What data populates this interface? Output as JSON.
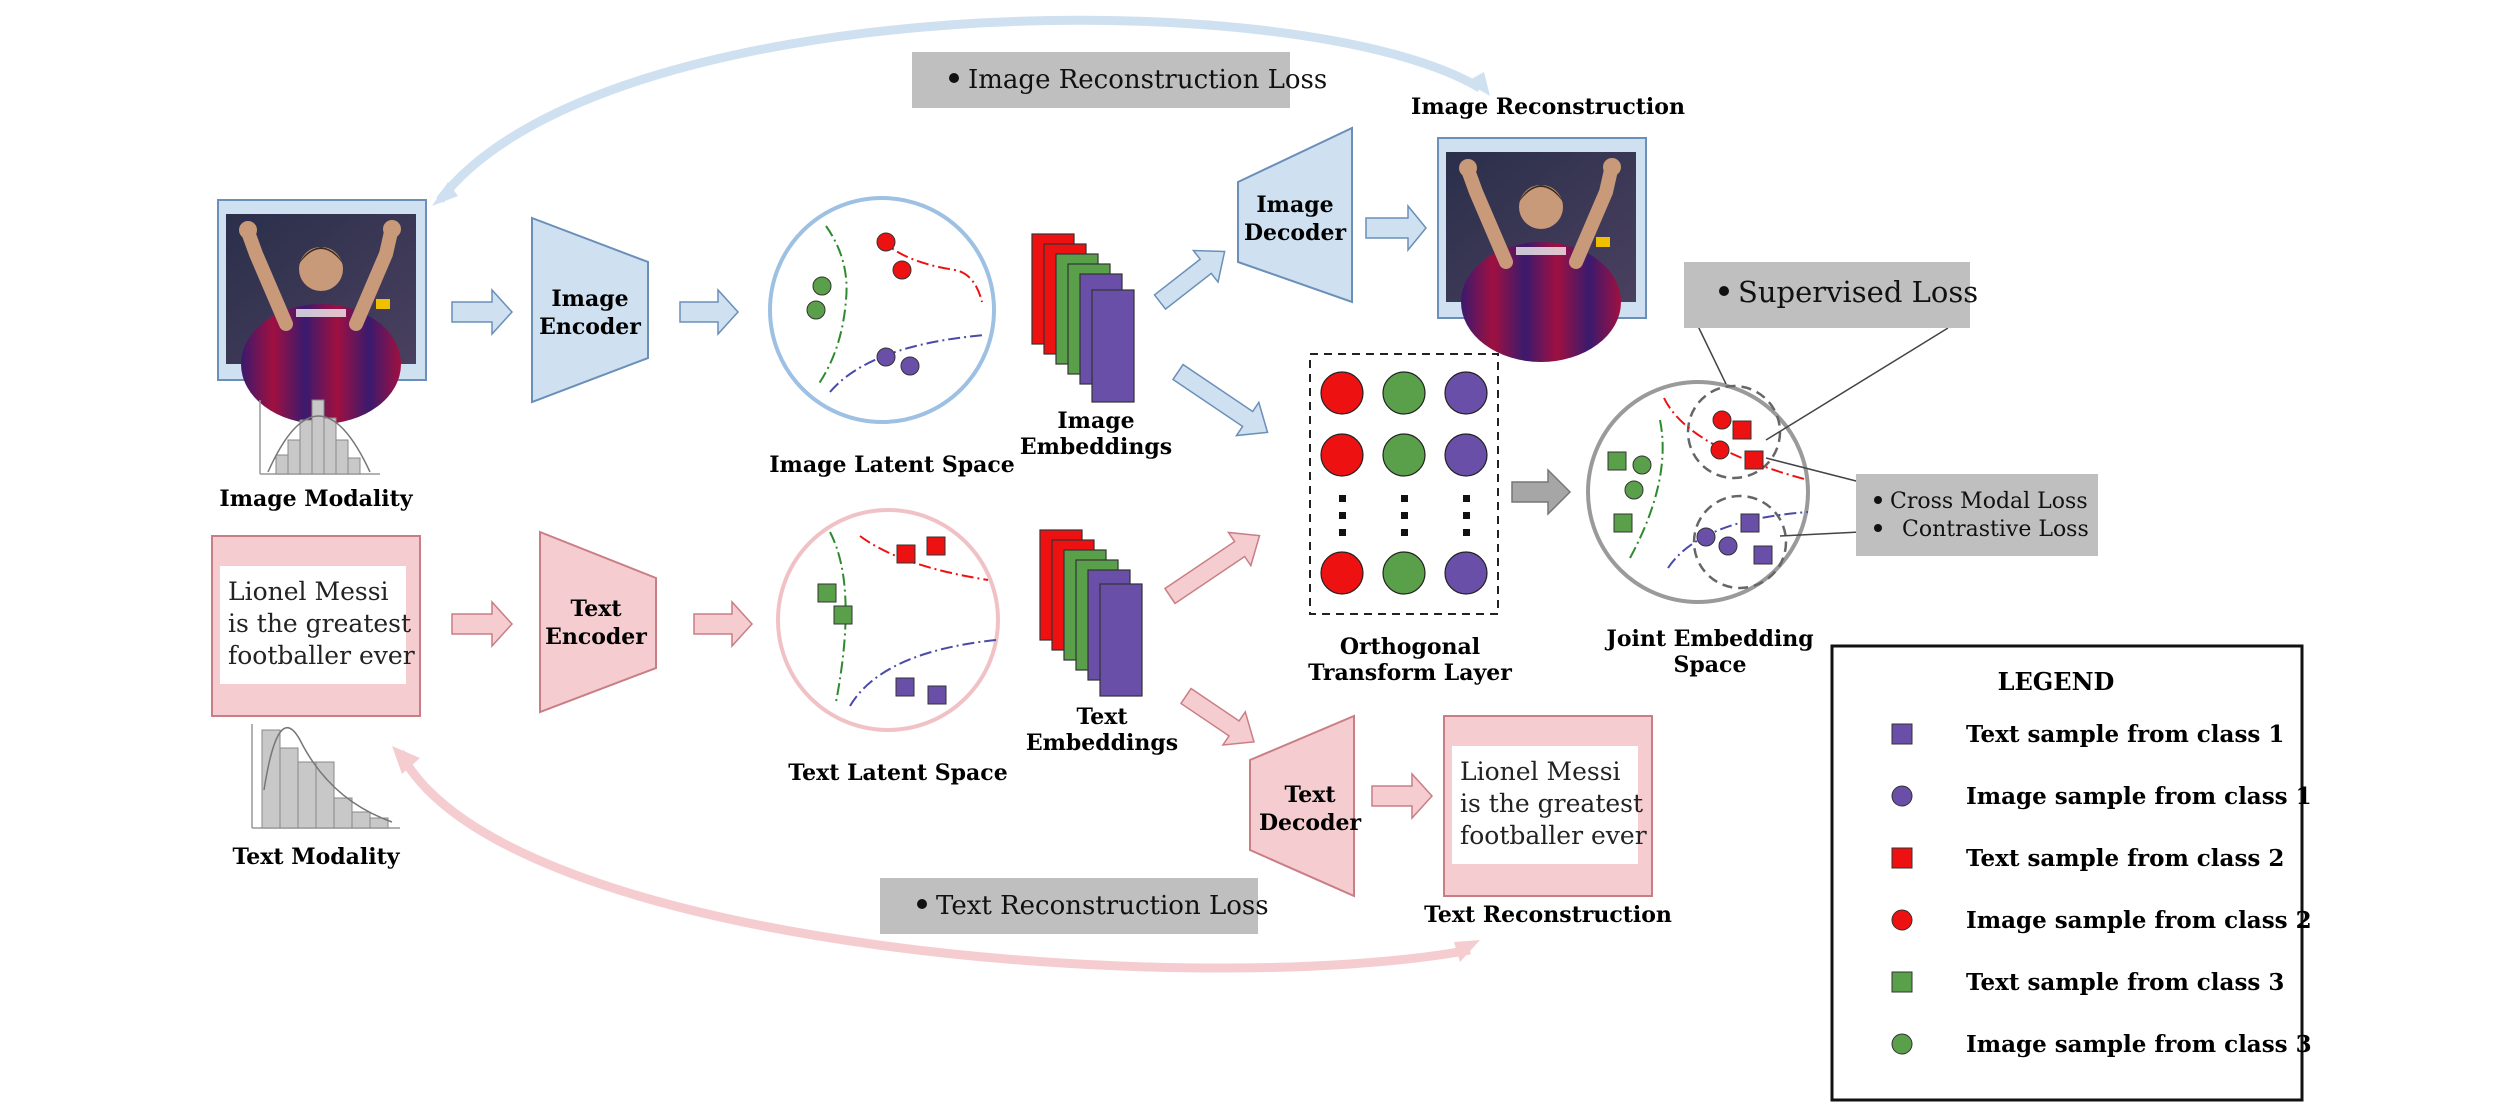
{
  "labels": {
    "image_modality": "Image Modality",
    "text_modality": "Text Modality",
    "image_encoder": [
      "Image",
      "Encoder"
    ],
    "text_encoder": [
      "Text",
      "Encoder"
    ],
    "image_decoder": [
      "Image",
      "Decoder"
    ],
    "text_decoder": [
      "Text",
      "Decoder"
    ],
    "image_latent": "Image Latent Space",
    "text_latent": "Text Latent Space",
    "image_embeddings": [
      "Image",
      "Embeddings"
    ],
    "text_embeddings": [
      "Text",
      "Embeddings"
    ],
    "orthogonal": [
      "Orthogonal",
      "Transform Layer"
    ],
    "joint": [
      "Joint Embedding",
      "Space"
    ],
    "image_reconstruction": "Image Reconstruction",
    "text_reconstruction": "Text Reconstruction"
  },
  "text_sample": [
    "Lionel Messi",
    "is the greatest",
    "footballer ever"
  ],
  "losses": {
    "image_recon": "Image Reconstruction Loss",
    "text_recon": "Text Reconstruction Loss",
    "supervised": "Supervised Loss",
    "cross_modal": "Cross Modal Loss",
    "contrastive": "Contrastive Loss"
  },
  "legend": {
    "title": "LEGEND",
    "items": [
      {
        "label": "Text sample from class 1",
        "shape": "square",
        "color": "#6a4fa8"
      },
      {
        "label": "Image sample from class 1",
        "shape": "circle",
        "color": "#6a4fa8"
      },
      {
        "label": "Text sample from class 2",
        "shape": "square",
        "color": "#ee1111"
      },
      {
        "label": "Image sample from class 2",
        "shape": "circle",
        "color": "#ee1111"
      },
      {
        "label": "Text sample from class 3",
        "shape": "square",
        "color": "#5aa04a"
      },
      {
        "label": "Image sample from class 3",
        "shape": "circle",
        "color": "#5aa04a"
      }
    ]
  },
  "colors": {
    "image_blue": "#cfe0f1",
    "image_blue_stroke": "#8fb3d6",
    "text_pink": "#f5cdd0",
    "text_pink_stroke": "#e4a3a8",
    "loss_box": "#bfbfbf",
    "class1": "#6a4fa8",
    "class2": "#ee1111",
    "class3": "#5aa04a"
  }
}
